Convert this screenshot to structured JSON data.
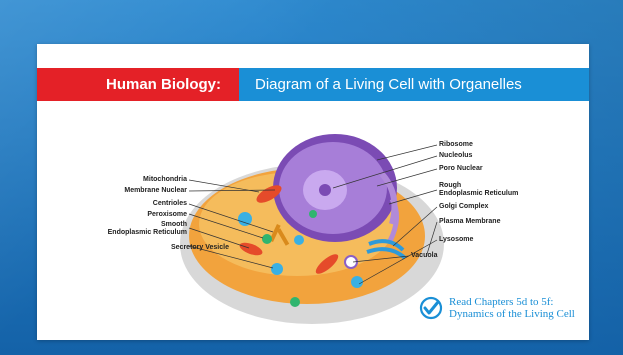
{
  "header": {
    "title": "Human Biology:",
    "subtitle": "Diagram of a Living Cell with Organelles"
  },
  "labels": {
    "left": [
      "Mitochondria",
      "Membrane Nuclear",
      "Centrioles",
      "Peroxisome",
      "Smooth",
      "Endoplasmic Reticulum",
      "Secretory Vesicle"
    ],
    "right": [
      "Ribosome",
      "Nucleolus",
      "Poro Nuclear",
      "Rough",
      "Endoplasmic Reticulum",
      "Golgi Complex",
      "Plasma Membrane",
      "Lysosome",
      "Vacuola"
    ]
  },
  "read_more": {
    "line1": "Read Chapters 5d to 5f:",
    "line2": "Dynamics of the Living Cell"
  },
  "colors": {
    "red": "#e42127",
    "blue": "#1a8fd6",
    "background": "#1a6fb4",
    "nucleus": "#8a5fc6"
  }
}
